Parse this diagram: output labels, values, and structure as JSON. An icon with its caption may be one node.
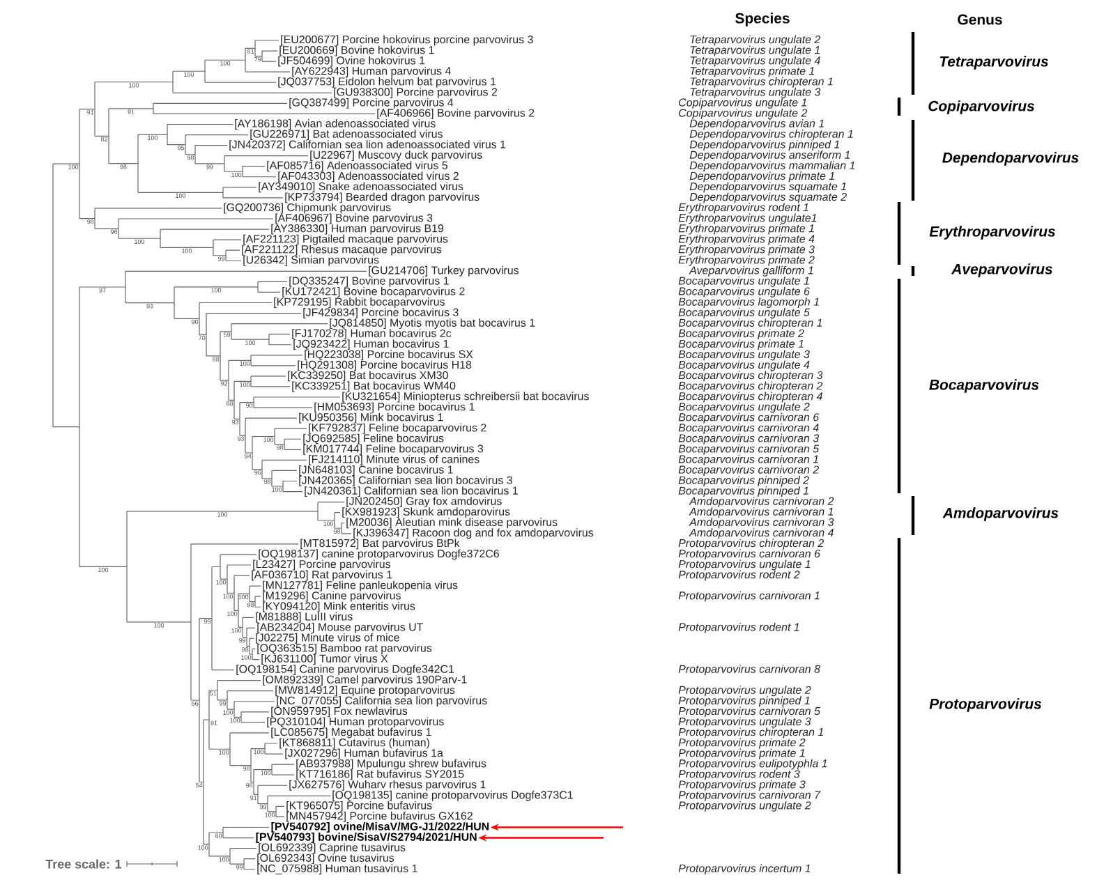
{
  "diagram": {
    "nodes": [
      {
        "text": [
          "[PV540792] ovine/MisaV/MG-J1/2022/HUN"
        ]
      },
      {
        "text": [
          "[PV540793] bovine/SisaV/S2794/2021/HUN"
        ]
      }
    ],
    "edges": [
      {
        "from": null,
        "to": 0,
        "arrow": "to"
      },
      {
        "from": null,
        "to": 1,
        "arrow": "to"
      }
    ],
    "labels": [
      "Species",
      "Genus",
      "[EU200677] Porcine hokovirus porcine parvovirus 3",
      "[EU200669] Bovine hokovirus 1",
      "[JF504699] Ovine hokovirus 1",
      "[AY622943] Human parvovirus 4",
      "[JQ037753] Eidolon helvum bat parvovirus 1",
      "[GU938300] Porcine parvovirus 2",
      "[GQ387499] Porcine parvovirus 4",
      "[AF406966] Bovine parvovirus 2",
      "[AY186198] Avian adenoassociated virus",
      "[GU226971] Bat adenoassociated virus",
      "[JN420372] Californian sea lion adenoassociated virus 1",
      "[U22967] Muscovy duck parvovirus",
      "[AF085716] Adenoassociated virus 5",
      "[AF043303] Adenoassociated virus 2",
      "[AY349010] Snake adenoassociated virus",
      "[KP733794] Bearded dragon parvovirus",
      "[GQ200736] Chipmunk parvovirus",
      "[AF406967] Bovine parvovirus 3",
      "[AY386330] Human parvovirus B19",
      "[AF221123] Pigtailed macaque parvovirus",
      "[AF221122] Rhesus macaque parvovirus",
      "[U26342] Simian parvovirus",
      "[GU214706] Turkey parvovirus",
      "[DQ335247] Bovine parvovirus 1",
      "[KU172421] Bovine bocaparvovirus 2",
      "[KP729195] Rabbit bocaparvovirus",
      "[JF429834] Porcine bocavirus 3",
      "[JQ814850] Myotis myotis bat bocavirus 1",
      "[FJ170278] Human bocavirus 2c",
      "[JQ923422] Human bocavirus 1",
      "[HQ223038] Porcine bocavirus SX",
      "[HQ291308] Porcine bocavirus H18",
      "[KC339250] Bat bocavirus XM30",
      "[KC339251] Bat bocavirus WM40",
      "[KU321654] Miniopterus schreibersii bat bocavirus",
      "[HM053693] Porcine bocavirus 1",
      "[KU950356] Mink bocavirus 1",
      "[KF792837] Feline bocaparvovirus 2",
      "[JQ692585] Feline bocavirus",
      "[KM017744] Feline bocaparvovirus 3",
      "[FJ214110] Minute virus of canines",
      "[JN648103] Canine bocavirus 1",
      "[JN420365] Californian sea lion bocavirus 3",
      "[JN420361] Californian sea lion bocavirus 1",
      "[JN202450] Gray fox amdovirus",
      "[KX981923] Skunk amdoparovirus",
      "[M20036] Aleutian mink disease parvovirus",
      "[KJ396347] Racoon dog and fox amdoparvovirus",
      "[MT815972] Bat parvovirus BtPk",
      "[OQ198137] canine protoparvovirus Dogfe372C6",
      "[L23427] Porcine parvovirus",
      "[AF036710] Rat parvovirus 1",
      "[MN127781] Feline panleukopenia virus",
      "[M19296] Canine parvovirus",
      "[KY094120] Mink enteritis virus",
      "[M81888] LuIII virus",
      "[AB234204] Mouse parvovirus UT",
      "[J02275] Minute virus of mice",
      "[OQ363515] Bamboo rat parvovirus",
      "[KJ631100] Tumor virus X",
      "[OQ198154] Canine parvovirus Dogfe342C1",
      "[OM892339] Camel parvovirus 190Parv-1",
      "[MW814912] Equine protoparvovirus",
      "[NC_077055] California sea lion parvovirus",
      "[ON959795] Fox newlavirus",
      "[PQ310104] Human protoparvovirus",
      "[LC085675] Megabat bufavirus 1",
      "[KT868811] Cutavirus (human)",
      "[JX027296] Human bufavirus 1a",
      "[AB937988] Mpulungu shrew bufavirus",
      "[KT716186] Rat bufavirus SY2015",
      "[JX627576] Wuharv rhesus parvovirus 1",
      "[OQ198135] canine protoparvovirus Dogfe373C1",
      "[KT965075] Porcine bufavirus",
      "[MN457942] Porcine bufavirus GX162",
      "[OL692339] Caprine tusavirus",
      "[OL692343] Ovine tusavirus",
      "[NC_075988] Human tusavirus 1",
      "Tetraparvovirus ungulate 2",
      "Tetraparvovirus ungulate 1",
      "Tetraparvovirus ungulate 4",
      "Tetraparvovirus primate 1",
      "Tetraparvovirus chiropteran 1",
      "Tetraparvovirus ungulate 3",
      "Copiparvovirus ungulate 1",
      "Copiparvovirus ungulate 2",
      "Dependoparvovirus avian 1",
      "Dependoparvovirus chiropteran 1",
      "Dependoparvovirus pinniped 1",
      "Dependoparvovirus anseriform 1",
      "Dependoparvovirus mammalian 1",
      "Dependoparvovirus primate 1",
      "Dependoparvovirus squamate 1",
      "Dependoparvovirus squamate 2",
      "Erythroparvovirus rodent 1",
      "Erythroparvovirus ungulate1",
      "Erythroparvovirus primate 1",
      "Erythroparvovirus primate 4",
      "Erythroparvovirus primate 3",
      "Erythroparvovirus primate 2",
      "Aveparvovirus galliform 1",
      "Bocaparvovirus ungulate 1",
      "Bocaparvovirus ungulate 6",
      "Bocaparvovirus lagomorph 1",
      "Bocaparvovirus ungulate 5",
      "Bocaparvovirus chiropteran 1",
      "Bocaparvovirus primate 2",
      "Bocaparvovirus primate 1",
      "Bocaparvovirus ungulate 3",
      "Bocaparvovirus ungulate 4",
      "Bocaparvovirus chiropteran 3",
      "Bocaparvovirus chiropteran 2",
      "Bocaparvovirus chiropteran 4",
      "Bocaparvovirus ungulate 2",
      "Bocaparvovirus carnivoran 6",
      "Bocaparvovirus carnivoran 4",
      "Bocaparvovirus carnivoran 3",
      "Bocaparvovirus carnivoran 5",
      "Bocaparvovirus carnivoran 1",
      "Bocaparvovirus carnivoran 2",
      "Bocaparvovirus pinniped 2",
      "Bocaparvovirus pinniped 1",
      "Amdoparvovirus carnivoran 2",
      "Amdoparvovirus carnivoran 1",
      "Amdoparvovirus carnivoran 3",
      "Amdoparvovirus carnivoran 4",
      "Protoparvovirus chiropteran 2",
      "Protoparvovirus carnivoran 6",
      "Protoparvovirus ungulate 1",
      "Protoparvovirus rodent 2",
      "Protoparvovirus carnivoran 1",
      "Protoparvovirus rodent 1",
      "Protoparvovirus carnivoran 8",
      "Protoparvovirus ungulate 2",
      "Protoparvovirus pinniped 1",
      "Protoparvovirus carnivoran 5",
      "Protoparvovirus ungulate 3",
      "Protoparvovirus chiropteran 1",
      "Protoparvovirus primate 2",
      "Protoparvovirus primate 1",
      "Protoparvovirus eulipotyphla 1",
      "Protoparvovirus rodent 3",
      "Protoparvovirus primate 3",
      "Protoparvovirus carnivoran 7",
      "Protoparvovirus ungulate 2",
      "Protoparvovirus incertum 1",
      "Tetraparvovirus",
      "Copiparvovirus",
      "Dependoparvovirus",
      "Erythroparvovirus",
      "Aveparvovirus",
      "Bocaparvovirus",
      "Amdoparvovirus",
      "Protoparvovirus",
      "100",
      "91",
      "100",
      "100",
      "100",
      "81",
      "79",
      "82",
      "91",
      "98",
      "100",
      "95",
      "98",
      "99",
      "100",
      "100",
      "98",
      "96",
      "100",
      "100",
      "99",
      "97",
      "93",
      "100",
      "90",
      "70",
      "88",
      "59",
      "100",
      "92",
      "100",
      "88",
      "100",
      "93",
      "90",
      "93",
      "94",
      "100",
      "98",
      "96",
      "98",
      "100",
      "100",
      "100",
      "100",
      "98",
      "100",
      "66",
      "99",
      "100",
      "100",
      "100",
      "100",
      "98",
      "100",
      "99",
      "98",
      "100",
      "54",
      "91",
      "51",
      "99",
      "100",
      "100",
      "100",
      "98",
      "100",
      "98",
      "100",
      "91",
      "99",
      "100",
      "100",
      "60",
      "100",
      "99",
      "Tree scale: 1"
    ]
  }
}
